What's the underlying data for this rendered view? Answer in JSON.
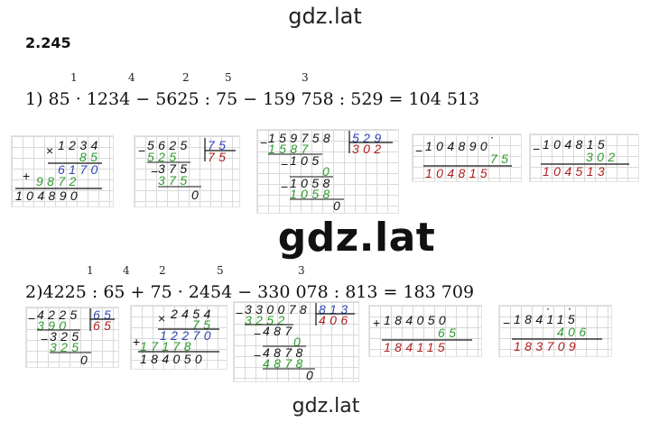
{
  "watermark": "gdz.lat",
  "task_number": "2.245",
  "part1": {
    "order_marks": [
      "1",
      "4",
      "2",
      "5",
      "3"
    ],
    "expression": "1) 85 · 1234 − 5625 : 75 − 159 758 : 529 = 104 513",
    "calc1": {
      "a": "1234",
      "b": "85",
      "p1": "6170",
      "p2": "9872",
      "res": "104890"
    },
    "calc2": {
      "dividend": "5625",
      "divisor": "75",
      "quot": "75",
      "s1": "525",
      "r1": "375",
      "s2": "375",
      "rem": "0"
    },
    "calc3": {
      "dividend": "159758",
      "divisor": "529",
      "quot": "302",
      "s1": "1587",
      "r1": "105",
      "s2": "0",
      "r2": "1058",
      "s3": "1058",
      "rem": "0"
    },
    "calc4": {
      "a": "104890",
      "b": "75",
      "res": "104815"
    },
    "calc5": {
      "a": "104815",
      "b": "302",
      "res": "104513"
    }
  },
  "part2": {
    "order_marks": [
      "1",
      "4",
      "2",
      "5",
      "3"
    ],
    "expression": "2)4225 : 65 + 75 · 2454 − 330 078 : 813 = 183 709",
    "calc1": {
      "dividend": "4225",
      "divisor": "65",
      "quot": "65",
      "s1": "390",
      "r1": "325",
      "s2": "325",
      "rem": "0"
    },
    "calc2": {
      "a": "2454",
      "b": "75",
      "p1": "12270",
      "p2": "17178",
      "res": "184050"
    },
    "calc3": {
      "dividend": "330078",
      "divisor": "813",
      "quot": "406",
      "s1": "3252",
      "r1": "487",
      "s2": "0",
      "r2": "4878",
      "s3": "4878",
      "rem": "0"
    },
    "calc4": {
      "a": "184050",
      "b": "65",
      "res": "184115"
    },
    "calc5": {
      "a": "184115",
      "b": "406",
      "res": "183709"
    }
  },
  "operators": {
    "times": "×",
    "plus": "+",
    "minus": "−",
    "dot": "·"
  }
}
